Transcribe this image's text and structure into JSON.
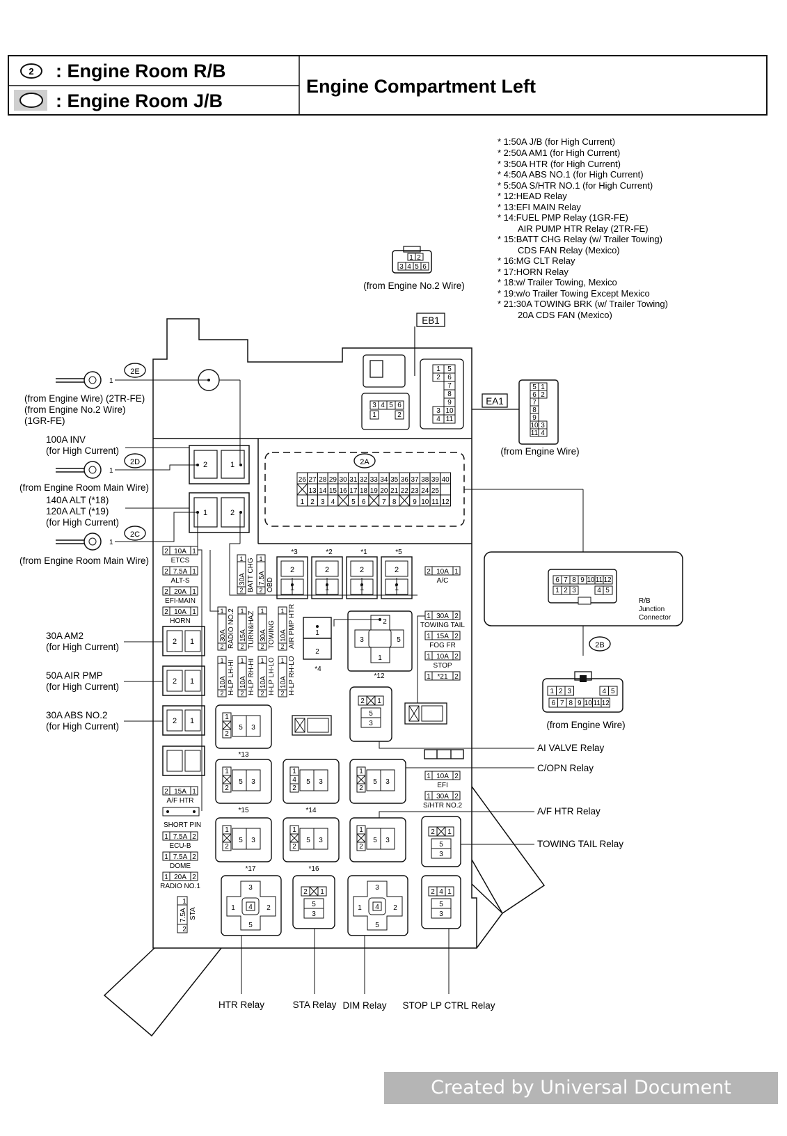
{
  "header": {
    "rb_symbol": "2",
    "rb_label": ": Engine Room R/B",
    "jb_label": ": Engine Room J/B",
    "title": "Engine Compartment Left"
  },
  "notes": [
    "* 1:50A J/B (for High Current)",
    "* 2:50A AM1 (for High Current)",
    "* 3:50A HTR (for High Current)",
    "* 4:50A ABS NO.1 (for High Current)",
    "* 5:50A S/HTR NO.1 (for High Current)",
    "* 12:HEAD Relay",
    "* 13:EFI MAIN Relay",
    "* 14:FUEL PMP Relay (1GR-FE)",
    "AIR PUMP HTR Relay (2TR-FE)",
    "* 15:BATT CHG Relay (w/ Trailer Towing)",
    "CDS FAN Relay (Mexico)",
    "* 16:MG CLT Relay",
    "* 17:HORN Relay",
    "* 18:w/ Trailer Towing, Mexico",
    "* 19:w/o Trailer Towing Except Mexico",
    "* 21:30A TOWING BRK (w/ Trailer Towing)",
    "20A CDS FAN (Mexico)"
  ],
  "connectors": {
    "eb1": {
      "code": "EB1",
      "from": "(from Engine No.2 Wire)",
      "pins_top": [
        "1",
        "2"
      ],
      "pins_bottom": [
        "3",
        "4",
        "5",
        "6"
      ]
    },
    "ea1": {
      "code": "EA1",
      "from": "(from Engine Wire)"
    },
    "c2a": {
      "code": "2A"
    },
    "c2b": {
      "code": "2B",
      "from": "(from Engine Wire)",
      "pins_top": [
        "1",
        "2",
        "3",
        "4",
        "5"
      ],
      "pins_bottom": [
        "6",
        "7",
        "8",
        "9",
        "10",
        "11",
        "12"
      ]
    },
    "c2c": {
      "code": "2C",
      "from": "(from Engine Room Main Wire)"
    },
    "c2d": {
      "code": "2D",
      "from": "(from Engine Room Main Wire)"
    },
    "c2e": {
      "code": "2E",
      "from": [
        "(from Engine Wire) (2TR-FE)",
        "(from Engine No.2 Wire)",
        "(1GR-FE)"
      ]
    },
    "rb_junction": [
      "R/B",
      "Junction",
      "Connector"
    ]
  },
  "left_labels": {
    "inv": [
      "100A INV",
      "(for High Current)"
    ],
    "alt": [
      "140A ALT (*18)",
      "120A ALT (*19)",
      "(for High Current)"
    ],
    "am2": [
      "30A AM2",
      "(for High Current)"
    ],
    "airpmp": [
      "50A AIR PMP",
      "(for High Current)"
    ],
    "abs2": [
      "30A ABS NO.2",
      "(for High Current)"
    ]
  },
  "right_labels": {
    "ai_valve": "AI VALVE Relay",
    "c_opn": "C/OPN Relay",
    "af_htr": "A/F HTR Relay",
    "towing_tail": "TOWING TAIL Relay"
  },
  "bottom_labels": {
    "htr": "HTR Relay",
    "sta": "STA Relay",
    "dim": "DIM Relay",
    "stop_lp": "STOP LP CTRL Relay"
  },
  "fuses_left": [
    {
      "amp": "10A",
      "name": "ETCS"
    },
    {
      "amp": "7.5A",
      "name": "ALT-S"
    },
    {
      "amp": "20A",
      "name": "EFI-MAIN"
    },
    {
      "amp": "10A",
      "name": "HORN"
    }
  ],
  "fuses_left_lower": [
    {
      "amp": "15A",
      "name": "A/F HTR"
    },
    {
      "amp": "",
      "name": "SHORT PIN"
    },
    {
      "amp": "7.5A",
      "name": "ECU-B"
    },
    {
      "amp": "7.5A",
      "name": "DOME"
    },
    {
      "amp": "20A",
      "name": "RADIO NO.1"
    }
  ],
  "fuse_sta": {
    "amp": "7.5A",
    "name": "STA"
  },
  "fuses_vertical_top": [
    {
      "amp": "30A",
      "name": "BATT CHG"
    },
    {
      "amp": "7.5A",
      "name": "OBD"
    }
  ],
  "fuses_vertical_mid": [
    {
      "amp": "30A",
      "name": "RADIO NO.2"
    },
    {
      "amp": "15A",
      "name": "TURN&HAZ"
    },
    {
      "amp": "30A",
      "name": "TOWING"
    },
    {
      "amp": "10A",
      "name": "AIR PMP HTR"
    }
  ],
  "fuses_vertical_low": [
    {
      "amp": "10A",
      "name": "H-LP LH-HI"
    },
    {
      "amp": "10A",
      "name": "H-LP RH-HI"
    },
    {
      "amp": "10A",
      "name": "H-LP LH-LO"
    },
    {
      "amp": "10A",
      "name": "H-LP RH-LO"
    }
  ],
  "fuses_right": [
    {
      "amp": "10A",
      "name": "A/C"
    },
    {
      "amp": "30A",
      "name": "TOWING TAIL"
    },
    {
      "amp": "15A",
      "name": "FOG FR"
    },
    {
      "amp": "10A",
      "name": "STOP"
    },
    {
      "amp": "*21",
      "name": ""
    }
  ],
  "fuses_right_lower": [
    {
      "amp": "10A",
      "name": "EFI"
    },
    {
      "amp": "30A",
      "name": "S/HTR NO.2"
    }
  ],
  "relay_markers": [
    "*3",
    "*2",
    "*1",
    "*5",
    "*4",
    "*12",
    "*13",
    "*15",
    "*14",
    "*17",
    "*16"
  ],
  "watermark": "Created by Universal Document Converter"
}
